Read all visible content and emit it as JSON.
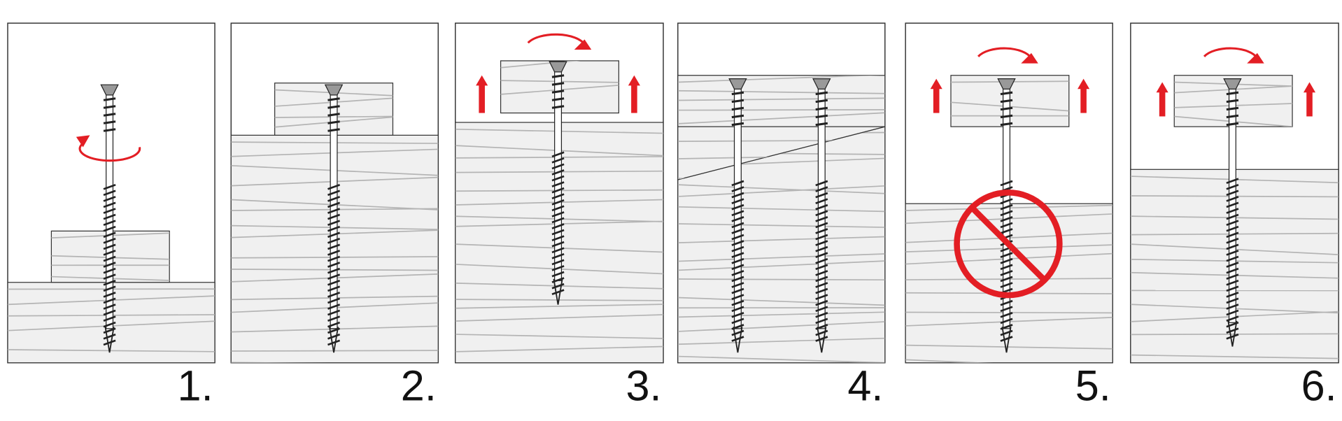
{
  "title": "Screw installation steps",
  "steps": [
    {
      "label": "1.",
      "scene": "screw-above-block-rotate"
    },
    {
      "label": "2.",
      "scene": "screw-driven-block-on-board"
    },
    {
      "label": "3.",
      "scene": "block-lifted-rotate"
    },
    {
      "label": "4.",
      "scene": "two-screws-angled-joint"
    },
    {
      "label": "5.",
      "scene": "prohibited-gap"
    },
    {
      "label": "6.",
      "scene": "block-lifted-rotate-gap"
    }
  ],
  "colors": {
    "accent": "#e31e24",
    "wood": "#f0f0f0",
    "grain": "#b4b4b4",
    "outline": "#333333"
  }
}
